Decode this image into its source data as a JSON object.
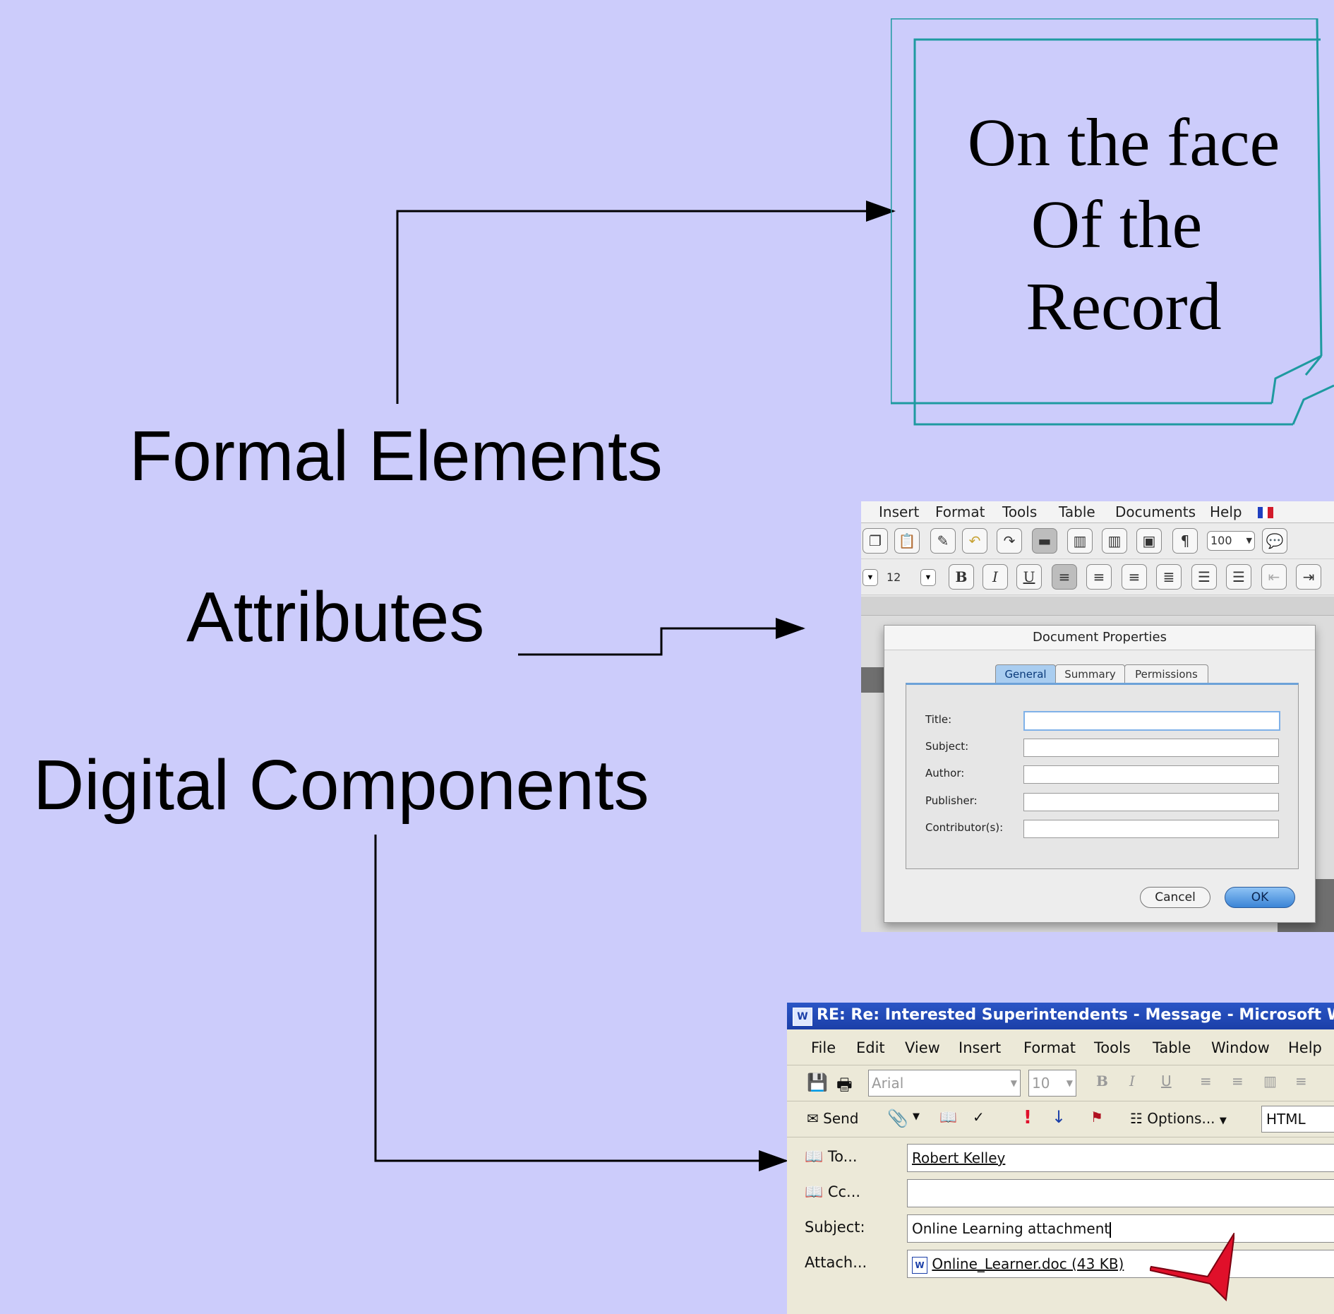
{
  "labels": {
    "formal": "Formal Elements",
    "attributes": "Attributes",
    "digital": "Digital Components"
  },
  "note": {
    "line1": "On the face",
    "line2": "Of the",
    "line3": "Record"
  },
  "doc_properties": {
    "menu": [
      "Insert",
      "Format",
      "Tools",
      "Table",
      "Documents",
      "Help"
    ],
    "zoom": "100",
    "font_size": "12",
    "dialog_title": "Document Properties",
    "tabs": [
      "General",
      "Summary",
      "Permissions"
    ],
    "active_tab": "General",
    "fields": [
      "Title:",
      "Subject:",
      "Author:",
      "Publisher:",
      "Contributor(s):"
    ],
    "cancel": "Cancel",
    "ok": "OK"
  },
  "message_window": {
    "title": "RE: Re: Interested Superintendents - Message - Microsoft Word",
    "menu": [
      "File",
      "Edit",
      "View",
      "Insert",
      "Format",
      "Tools",
      "Table",
      "Window",
      "Help"
    ],
    "font_name": "Arial",
    "font_size": "10",
    "send": "Send",
    "options": "Options...",
    "format": "HTML",
    "to_label": "To...",
    "to_value": "Robert Kelley",
    "cc_label": "Cc...",
    "cc_value": "",
    "subject_label": "Subject:",
    "subject_value": "Online Learning attachment",
    "attach_label": "Attach...",
    "attach_value": "Online_Learner.doc (43 KB)"
  },
  "colors": {
    "background": "#ccccfb",
    "note_border": "#1e9aa0",
    "xp_titlebar": "#1b3fa8",
    "arrow_red": "#e0102a"
  }
}
